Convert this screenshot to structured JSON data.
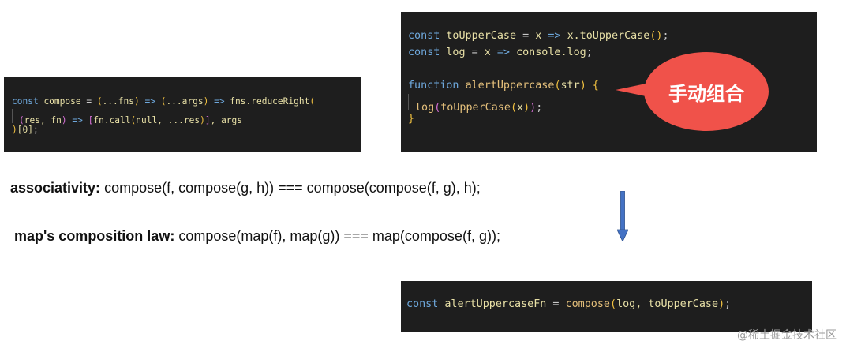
{
  "code_left": {
    "l1": {
      "kw": "const",
      "name": "compose",
      "eq": " = ",
      "p1": "(",
      "spread1": "...fns",
      "p2": ")",
      "arrow1": " => ",
      "p3": "(",
      "spread2": "...args",
      "p4": ")",
      "arrow2": " => ",
      "call": "fns.reduceRight",
      "p5": "("
    },
    "l2": {
      "p1": "(",
      "params": "res, fn",
      "p2": ")",
      "arrow": " => ",
      "b1": "[",
      "call": "fn.call",
      "p3": "(",
      "args": "null, ...res",
      "p4": ")",
      "b2": "]",
      "rest": ", args"
    },
    "l3": {
      "p1": ")",
      "idx": "[0]",
      "semi": ";"
    }
  },
  "code_top": {
    "l1": {
      "kw": "const",
      "name": "toUpperCase",
      "eq": " = ",
      "param": "x",
      "arrow": " => ",
      "call": "x.toUpperCase",
      "p": "()",
      "semi": ";"
    },
    "l2": {
      "kw": "const",
      "name": "log",
      "eq": " = ",
      "param": "x",
      "arrow": " => ",
      "call": "console.log",
      "semi": ";"
    },
    "l4": {
      "kw": "function",
      "name": "alertUppercase",
      "p1": "(",
      "param": "str",
      "p2": ")",
      "brace": " {"
    },
    "l5": {
      "call": "log",
      "p1": "(",
      "inner": "toUpperCase",
      "p2": "(",
      "arg": "x",
      "p3": ")",
      "p4": ")",
      "semi": ";"
    },
    "l6": {
      "brace": "}"
    }
  },
  "callout": {
    "text": "手动组合",
    "color": "#f0524a"
  },
  "laws": {
    "assoc_label": "associativity:",
    "assoc_text": " compose(f, compose(g, h)) === compose(compose(f, g), h);",
    "map_label": "map's composition law:",
    "map_text": "  compose(map(f), map(g)) === map(compose(f, g));"
  },
  "code_bottom": {
    "kw": "const",
    "name": "alertUppercaseFn",
    "eq": " = ",
    "call": "compose",
    "p1": "(",
    "args": "log, toUpperCase",
    "p2": ")",
    "semi": ";"
  },
  "watermark": "@稀土掘金技术社区"
}
